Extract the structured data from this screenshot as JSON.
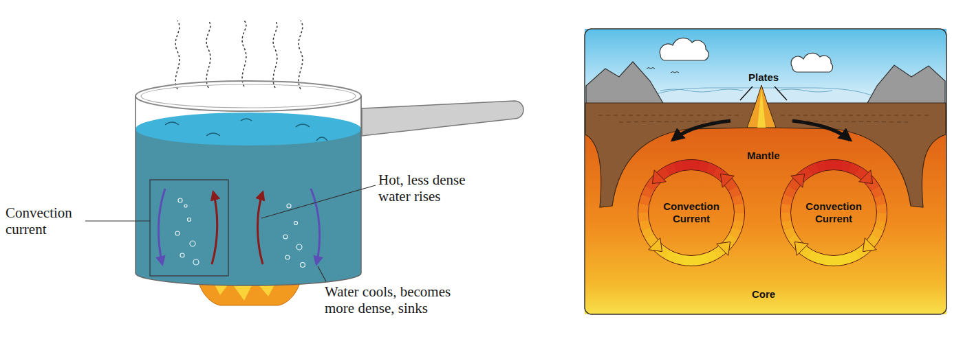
{
  "diagram": {
    "nodes": [
      {
        "text": [
          "Convection Current"
        ]
      },
      {
        "text": [
          "Convection Current"
        ]
      }
    ],
    "labels": [
      "Convection current",
      "Hot, less dense water rises",
      "Water cools, becomes more dense, sinks",
      "Plates",
      "Mantle",
      "Core"
    ]
  }
}
